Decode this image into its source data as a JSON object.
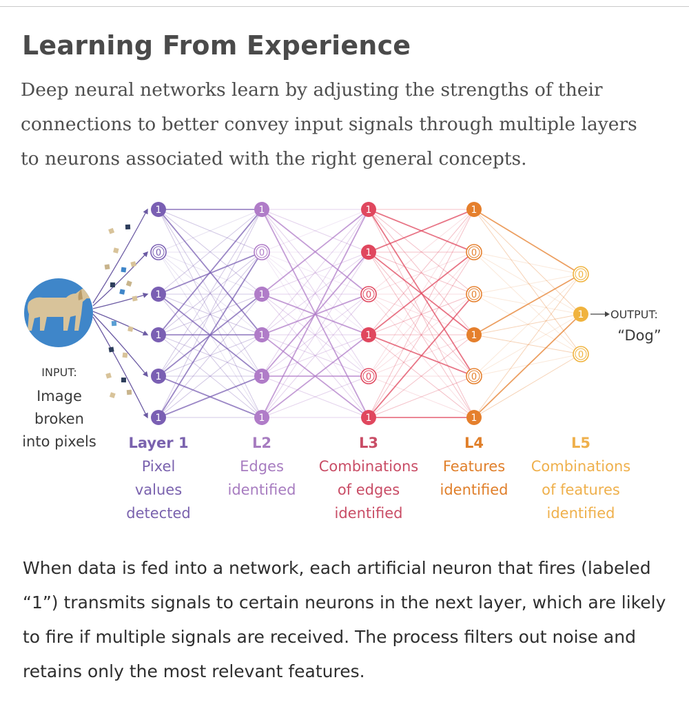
{
  "title": "Learning From Experience",
  "subtitle": "Deep neural networks learn by adjusting the strengths of their connections to better convey input signals through multiple layers to neurons associated with the right general concepts.",
  "input": {
    "heading": "INPUT:",
    "lines": [
      "Image",
      "broken",
      "into pixels"
    ]
  },
  "output": {
    "heading": "OUTPUT:",
    "value": "“Dog”"
  },
  "layers": [
    {
      "name": "Layer 1",
      "desc": [
        "Pixel",
        "values",
        "detected"
      ],
      "color": "#7a5fb3",
      "text_color": "#7a62ae",
      "values": [
        "1",
        "0",
        "1",
        "1",
        "1",
        "1"
      ]
    },
    {
      "name": "L2",
      "desc": [
        "Edges",
        "identified"
      ],
      "color": "#b07cc8",
      "text_color": "#a77cc0",
      "values": [
        "1",
        "0",
        "1",
        "1",
        "1",
        "1"
      ]
    },
    {
      "name": "L3",
      "desc": [
        "Combinations",
        "of edges",
        "identified"
      ],
      "color": "#e0475e",
      "text_color": "#c94d66",
      "values": [
        "1",
        "1",
        "0",
        "1",
        "0",
        "1"
      ]
    },
    {
      "name": "L4",
      "desc": [
        "Features",
        "identified"
      ],
      "color": "#e57f2c",
      "text_color": "#e07f2a",
      "values": [
        "1",
        "0",
        "0",
        "1",
        "0",
        "1"
      ]
    },
    {
      "name": "L5",
      "desc": [
        "Combinations",
        "of features",
        "identified"
      ],
      "color": "#f0b33e",
      "text_color": "#efb04c",
      "values": [
        "0",
        "1",
        "0"
      ]
    }
  ],
  "caption": "When data is fed into a network, each artificial neuron that fires (labeled “1”) transmits signals to certain neurons in the next layer, which are likely to fire if multiple signals are received. The process filters out noise and retains only the most relevant features.",
  "icons": [
    "dog-image-icon",
    "pixel-square-icon",
    "arrow-icon"
  ]
}
